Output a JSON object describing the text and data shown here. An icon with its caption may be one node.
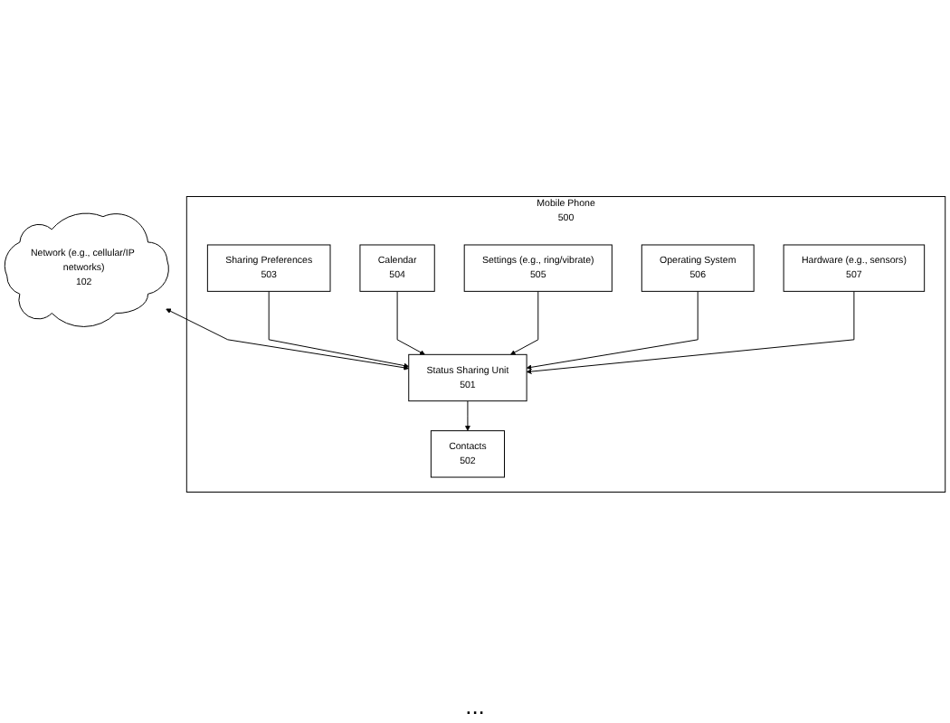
{
  "diagram": {
    "nodes": [
      {
        "text": [
          "Network (e.g., cellular/IP networks)",
          "102"
        ]
      },
      {
        "text": [
          "Mobile Phone",
          "500"
        ]
      },
      {
        "text": [
          "Contacts",
          "502"
        ],
        "in": 1
      },
      {
        "text": [
          "Status Sharing Unit",
          "501"
        ],
        "in": 1
      },
      {
        "text": [
          "Sharing Preferences",
          "503"
        ],
        "in": 1
      },
      {
        "text": [
          "Calendar",
          "504"
        ],
        "in": 1
      },
      {
        "text": [
          "Settings (e.g., ring/vibrate)",
          "505"
        ],
        "in": 1
      },
      {
        "text": [
          "Operating System",
          "506"
        ],
        "in": 1
      },
      {
        "text": [
          "Hardware (e.g., sensors)",
          "507"
        ],
        "in": 1
      }
    ],
    "edges": [
      {
        "from": 0,
        "to": 3,
        "arrow": "both"
      },
      {
        "from": 3,
        "to": 2,
        "arrow": "to"
      },
      {
        "from": 4,
        "to": 3,
        "arrow": "to"
      },
      {
        "from": 5,
        "to": 3,
        "arrow": "to"
      },
      {
        "from": 6,
        "to": 3,
        "arrow": "to"
      },
      {
        "from": 7,
        "to": 3,
        "arrow": "to"
      },
      {
        "from": 8,
        "to": 3,
        "arrow": "to"
      }
    ],
    "labels": [
      "..."
    ]
  }
}
